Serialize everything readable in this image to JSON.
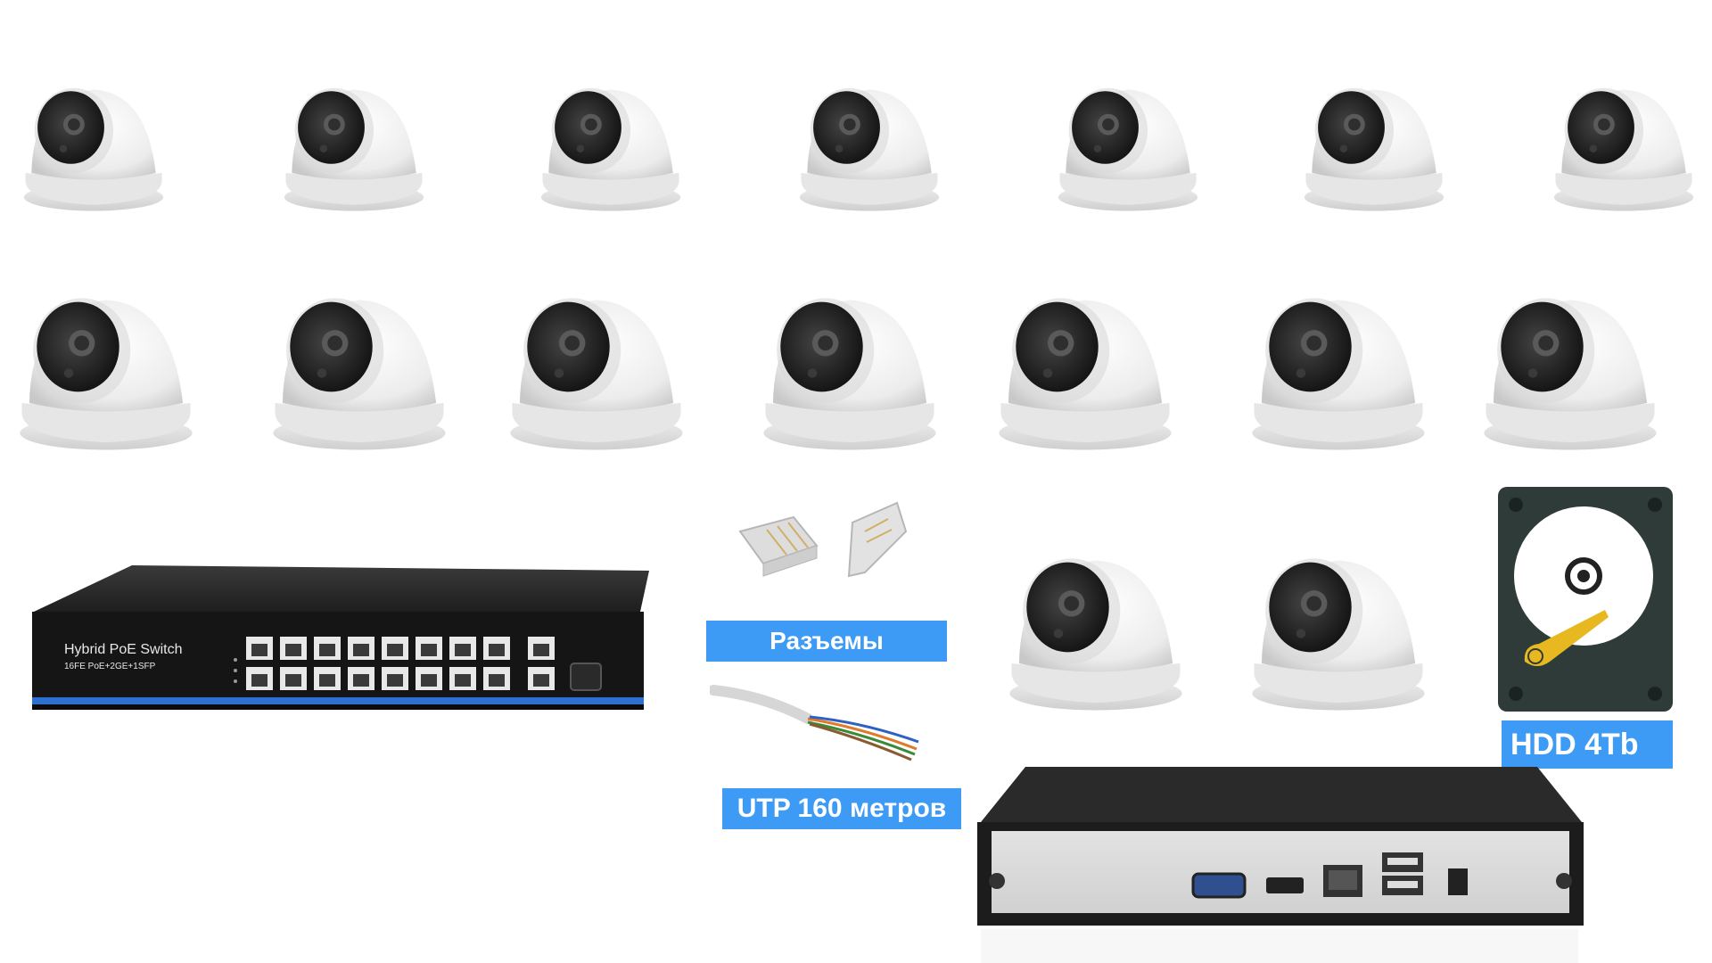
{
  "labels": {
    "connectors": "Разъемы",
    "cable": "UTP 160 метров",
    "hdd": "HDD 4Tb"
  },
  "switch": {
    "title": "Hybrid PoE Switch",
    "subtitle": "16FE PoE+2GE+1SFP"
  },
  "colors": {
    "accent": "#3d9bf5",
    "camera_body": "#f4f4f4",
    "lens": "#2a2a2a",
    "hdd_arm": "#e8b820"
  },
  "icons": {
    "camera": "dome-camera-icon",
    "connector": "rj45-connector-icon",
    "cable": "utp-cable-icon",
    "hdd": "hard-disk-icon",
    "switch": "poe-switch-icon",
    "nvr": "nvr-recorder-icon"
  }
}
